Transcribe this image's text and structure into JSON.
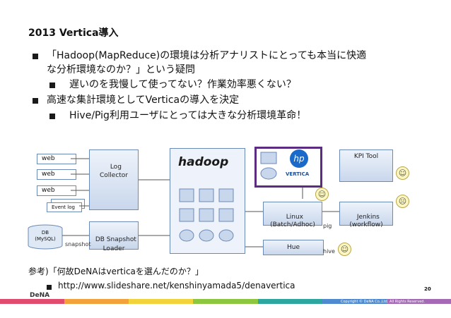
{
  "slide": {
    "title": "2013 Vertica導入",
    "bullets": [
      {
        "text": "「Hadoop(MapReduce)の環境は分析アナリストにとっても本当に快適",
        "cont": "な分析環境なのか？」という疑問"
      },
      {
        "text": "遅いのを我慢して使ってない？作業効率悪くない？"
      },
      {
        "text": "高速な集計環境としてVerticaの導入を決定"
      },
      {
        "text": "Hive/Pig利用ユーザにとっては大きな分析環境革命！"
      }
    ],
    "reference_label": "参考)「何故DeNAはverticaを選んだのか？」",
    "reference_url": "http://www.slideshare.net/kenshinyamada5/denavertica",
    "page_number": "20",
    "copyright": "Copyright © DeNA Co.,Ltd. All Rights Reserved.",
    "logo": "DeNA"
  },
  "diagram": {
    "web_boxes": [
      "web",
      "web",
      "web"
    ],
    "event_log": "Event log",
    "db_label": "DB\n(MySQL)",
    "snapshot_label": "snapshot",
    "log_collector": "Log\nCollector",
    "db_snapshot_loader": "DB Snapshot\nLoader",
    "hadoop_logo": "hadoop",
    "hp_logo": "hp",
    "vertica_logo": "VERTICA",
    "kpi_tool": "KPI Tool",
    "linux_box": "Linux\n(Batch/Adhoc)",
    "jenkins_box": "Jenkins\n(workflow)",
    "hue_box": "Hue",
    "pig_label": "pig",
    "hive_label": "hive"
  },
  "colors": {
    "footer": [
      "#e04b6e",
      "#f3a23b",
      "#f2d33c",
      "#8dc63f",
      "#2ea6a0",
      "#4f8ad0",
      "#a46ab5"
    ],
    "box_border": "#6a8ab8",
    "vertica_frame": "#5b2c82"
  }
}
